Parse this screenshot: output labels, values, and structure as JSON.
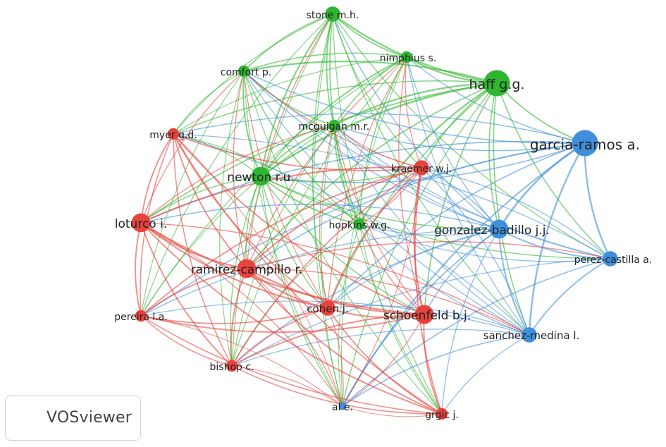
{
  "network": {
    "clusters": {
      "red": "#e8423c",
      "green": "#2fb52f",
      "blue": "#3f8fdc"
    },
    "nodes": [
      {
        "id": "stone",
        "label": "stone m.h.",
        "cluster": "green",
        "weight": 3
      },
      {
        "id": "nimphius",
        "label": "nimphius s.",
        "cluster": "green",
        "weight": 2
      },
      {
        "id": "haff",
        "label": "haff g.g.",
        "cluster": "green",
        "weight": 6
      },
      {
        "id": "comfort",
        "label": "comfort p.",
        "cluster": "green",
        "weight": 2
      },
      {
        "id": "mcguigan",
        "label": "mcguigan m.r.",
        "cluster": "green",
        "weight": 2
      },
      {
        "id": "newton",
        "label": "newton r.u.",
        "cluster": "green",
        "weight": 4
      },
      {
        "id": "hopkins",
        "label": "hopkins w.g.",
        "cluster": "green",
        "weight": 2
      },
      {
        "id": "garcia",
        "label": "garcia-ramos a.",
        "cluster": "blue",
        "weight": 6
      },
      {
        "id": "gonzalez",
        "label": "gonzalez-badillo j.j.",
        "cluster": "blue",
        "weight": 4
      },
      {
        "id": "perezcastilla",
        "label": "perez-castilla a.",
        "cluster": "blue",
        "weight": 3
      },
      {
        "id": "sanchez",
        "label": "sanchez-medina l.",
        "cluster": "blue",
        "weight": 3
      },
      {
        "id": "al",
        "label": "al e.",
        "cluster": "blue",
        "weight": 1
      },
      {
        "id": "myer",
        "label": "myer g.d.",
        "cluster": "red",
        "weight": 2
      },
      {
        "id": "kraemer",
        "label": "kraemer w.j.",
        "cluster": "red",
        "weight": 3
      },
      {
        "id": "loturco",
        "label": "loturco i.",
        "cluster": "red",
        "weight": 4
      },
      {
        "id": "ramirez",
        "label": "ramirez-campillo r.",
        "cluster": "red",
        "weight": 4
      },
      {
        "id": "pereira",
        "label": "pereira l.a.",
        "cluster": "red",
        "weight": 2
      },
      {
        "id": "cohen",
        "label": "cohen j.",
        "cluster": "red",
        "weight": 3
      },
      {
        "id": "schoenfeld",
        "label": "schoenfeld b.j.",
        "cluster": "red",
        "weight": 4
      },
      {
        "id": "bishop",
        "label": "bishop c.",
        "cluster": "red",
        "weight": 2
      },
      {
        "id": "grgic",
        "label": "grgic j.",
        "cluster": "red",
        "weight": 2
      }
    ]
  },
  "logo": {
    "text": "VOSviewer"
  }
}
